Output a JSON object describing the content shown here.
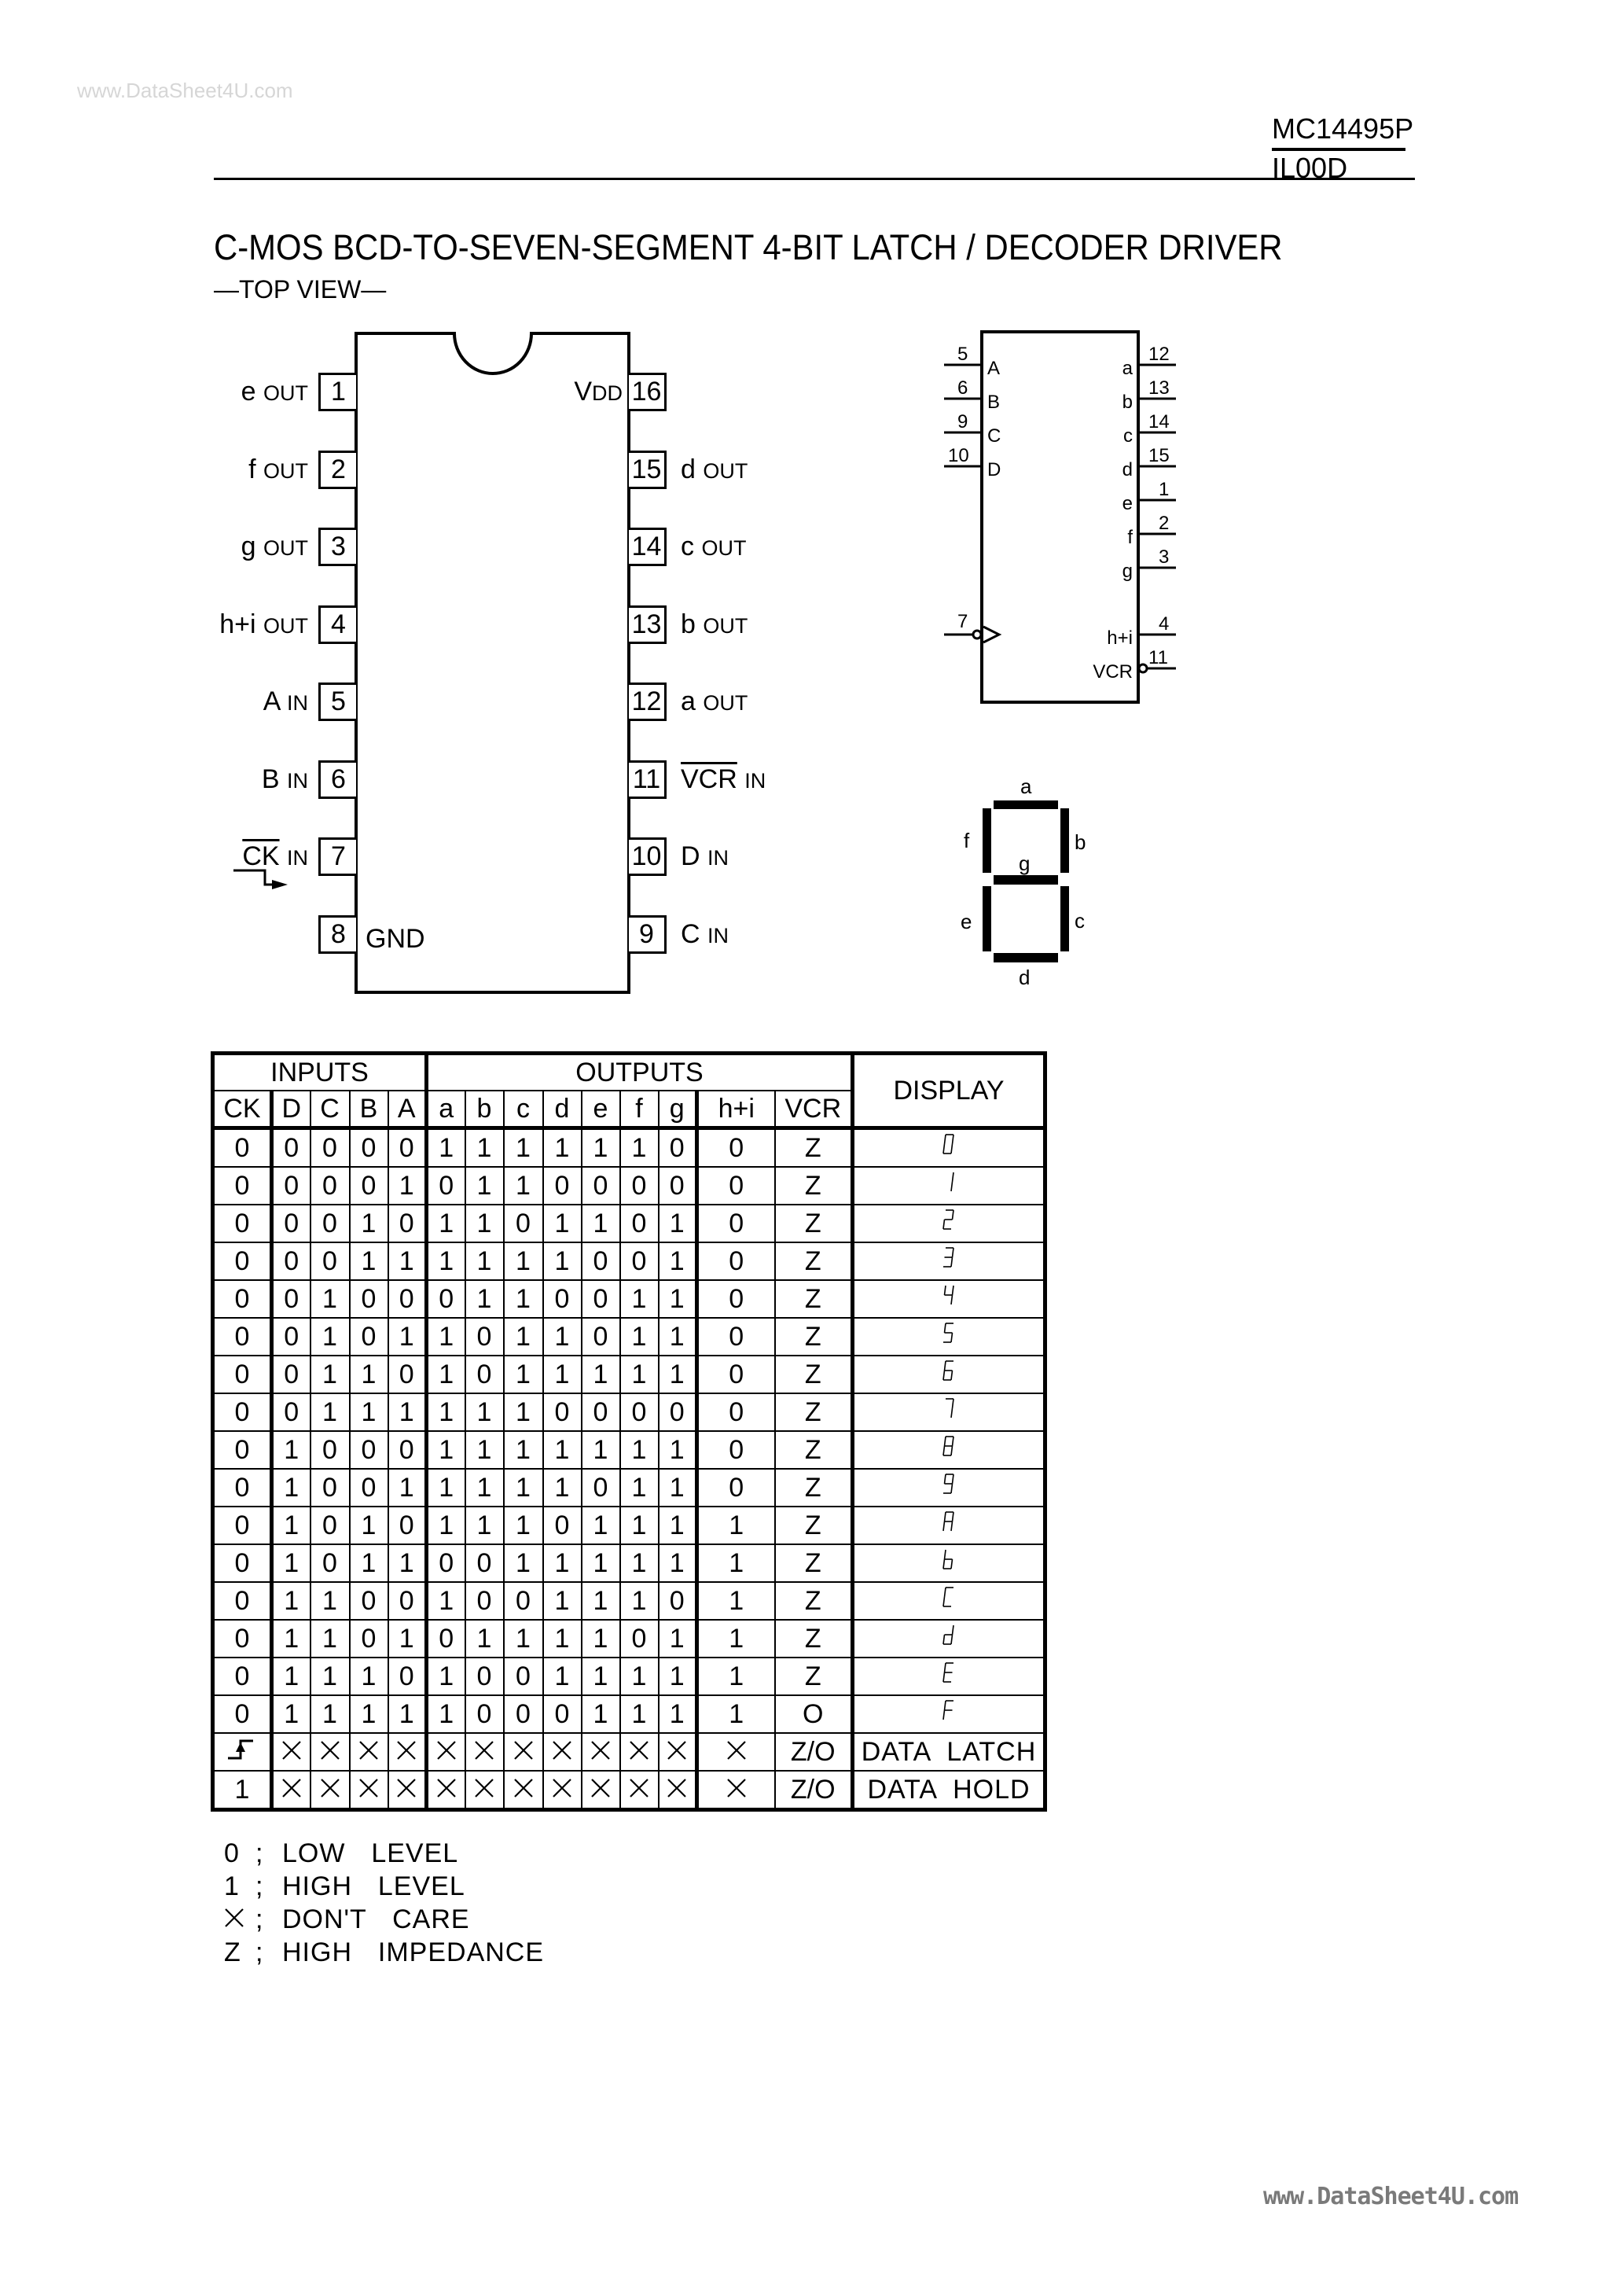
{
  "watermarks": {
    "top": "www.DataSheet4U.com",
    "bottom": "www.DataSheet4U.com"
  },
  "header": {
    "part_number": "MC14495P",
    "code": "IL00D"
  },
  "title": "C-MOS BCD-TO-SEVEN-SEGMENT 4-BIT LATCH / DECODER DRIVER",
  "subtitle": "—TOP VIEW—",
  "package": {
    "left_pins": [
      {
        "num": "1",
        "name": "e",
        "suffix": "OUT",
        "overline": false
      },
      {
        "num": "2",
        "name": "f",
        "suffix": "OUT",
        "overline": false
      },
      {
        "num": "3",
        "name": "g",
        "suffix": "OUT",
        "overline": false
      },
      {
        "num": "4",
        "name": "h+i",
        "suffix": "OUT",
        "overline": false
      },
      {
        "num": "5",
        "name": "A",
        "suffix": "IN",
        "overline": false
      },
      {
        "num": "6",
        "name": "B",
        "suffix": "IN",
        "overline": false
      },
      {
        "num": "7",
        "name": "CK",
        "suffix": "IN",
        "overline": true
      },
      {
        "num": "8",
        "name": "GND",
        "suffix": "",
        "overline": false
      }
    ],
    "right_pins": [
      {
        "num": "16",
        "name": "V",
        "suffix": "DD",
        "overline": false
      },
      {
        "num": "15",
        "name": "d",
        "suffix": "OUT",
        "overline": false
      },
      {
        "num": "14",
        "name": "c",
        "suffix": "OUT",
        "overline": false
      },
      {
        "num": "13",
        "name": "b",
        "suffix": "OUT",
        "overline": false
      },
      {
        "num": "12",
        "name": "a",
        "suffix": "OUT",
        "overline": false
      },
      {
        "num": "11",
        "name": "VCR",
        "suffix": "IN",
        "overline": true
      },
      {
        "num": "10",
        "name": "D",
        "suffix": "IN",
        "overline": false
      },
      {
        "num": "9",
        "name": "C",
        "suffix": "IN",
        "overline": false
      }
    ]
  },
  "logic_symbol": {
    "inputs": [
      {
        "pin": "5",
        "label": "A"
      },
      {
        "pin": "6",
        "label": "B"
      },
      {
        "pin": "9",
        "label": "C"
      },
      {
        "pin": "10",
        "label": "D"
      }
    ],
    "clock": {
      "pin": "7"
    },
    "outputs": [
      {
        "pin": "12",
        "label": "a"
      },
      {
        "pin": "13",
        "label": "b"
      },
      {
        "pin": "14",
        "label": "c"
      },
      {
        "pin": "15",
        "label": "d"
      },
      {
        "pin": "1",
        "label": "e"
      },
      {
        "pin": "2",
        "label": "f"
      },
      {
        "pin": "3",
        "label": "g"
      },
      {
        "pin": "4",
        "label": "h+i"
      },
      {
        "pin": "11",
        "label": "VCR"
      }
    ]
  },
  "segment_diagram": {
    "labels": {
      "a": "a",
      "b": "b",
      "c": "c",
      "d": "d",
      "e": "e",
      "f": "f",
      "g": "g"
    }
  },
  "truth_table": {
    "group_headers": {
      "inputs": "INPUTS",
      "outputs": "OUTPUTS",
      "display": "DISPLAY"
    },
    "columns": [
      "CK",
      "D",
      "C",
      "B",
      "A",
      "a",
      "b",
      "c",
      "d",
      "e",
      "f",
      "g",
      "h+i",
      "VCR"
    ],
    "rows": [
      {
        "cells": [
          "0",
          "0",
          "0",
          "0",
          "0",
          "1",
          "1",
          "1",
          "1",
          "1",
          "1",
          "0",
          "0",
          "Z"
        ],
        "display": "0"
      },
      {
        "cells": [
          "0",
          "0",
          "0",
          "0",
          "1",
          "0",
          "1",
          "1",
          "0",
          "0",
          "0",
          "0",
          "0",
          "Z"
        ],
        "display": "1"
      },
      {
        "cells": [
          "0",
          "0",
          "0",
          "1",
          "0",
          "1",
          "1",
          "0",
          "1",
          "1",
          "0",
          "1",
          "0",
          "Z"
        ],
        "display": "2"
      },
      {
        "cells": [
          "0",
          "0",
          "0",
          "1",
          "1",
          "1",
          "1",
          "1",
          "1",
          "0",
          "0",
          "1",
          "0",
          "Z"
        ],
        "display": "3"
      },
      {
        "cells": [
          "0",
          "0",
          "1",
          "0",
          "0",
          "0",
          "1",
          "1",
          "0",
          "0",
          "1",
          "1",
          "0",
          "Z"
        ],
        "display": "4"
      },
      {
        "cells": [
          "0",
          "0",
          "1",
          "0",
          "1",
          "1",
          "0",
          "1",
          "1",
          "0",
          "1",
          "1",
          "0",
          "Z"
        ],
        "display": "5"
      },
      {
        "cells": [
          "0",
          "0",
          "1",
          "1",
          "0",
          "1",
          "0",
          "1",
          "1",
          "1",
          "1",
          "1",
          "0",
          "Z"
        ],
        "display": "6"
      },
      {
        "cells": [
          "0",
          "0",
          "1",
          "1",
          "1",
          "1",
          "1",
          "1",
          "0",
          "0",
          "0",
          "0",
          "0",
          "Z"
        ],
        "display": "7"
      },
      {
        "cells": [
          "0",
          "1",
          "0",
          "0",
          "0",
          "1",
          "1",
          "1",
          "1",
          "1",
          "1",
          "1",
          "0",
          "Z"
        ],
        "display": "8"
      },
      {
        "cells": [
          "0",
          "1",
          "0",
          "0",
          "1",
          "1",
          "1",
          "1",
          "1",
          "0",
          "1",
          "1",
          "0",
          "Z"
        ],
        "display": "9"
      },
      {
        "cells": [
          "0",
          "1",
          "0",
          "1",
          "0",
          "1",
          "1",
          "1",
          "0",
          "1",
          "1",
          "1",
          "1",
          "Z"
        ],
        "display": "A"
      },
      {
        "cells": [
          "0",
          "1",
          "0",
          "1",
          "1",
          "0",
          "0",
          "1",
          "1",
          "1",
          "1",
          "1",
          "1",
          "Z"
        ],
        "display": "b"
      },
      {
        "cells": [
          "0",
          "1",
          "1",
          "0",
          "0",
          "1",
          "0",
          "0",
          "1",
          "1",
          "1",
          "0",
          "1",
          "Z"
        ],
        "display": "C"
      },
      {
        "cells": [
          "0",
          "1",
          "1",
          "0",
          "1",
          "0",
          "1",
          "1",
          "1",
          "1",
          "0",
          "1",
          "1",
          "Z"
        ],
        "display": "d"
      },
      {
        "cells": [
          "0",
          "1",
          "1",
          "1",
          "0",
          "1",
          "0",
          "0",
          "1",
          "1",
          "1",
          "1",
          "1",
          "Z"
        ],
        "display": "E"
      },
      {
        "cells": [
          "0",
          "1",
          "1",
          "1",
          "1",
          "1",
          "0",
          "0",
          "0",
          "1",
          "1",
          "1",
          "1",
          "O"
        ],
        "display": "F"
      },
      {
        "cells": [
          "rising-edge",
          "X",
          "X",
          "X",
          "X",
          "X",
          "X",
          "X",
          "X",
          "X",
          "X",
          "X",
          "X",
          "Z/O"
        ],
        "display": "DATA  LATCH",
        "display_is_text": true
      },
      {
        "cells": [
          "1",
          "X",
          "X",
          "X",
          "X",
          "X",
          "X",
          "X",
          "X",
          "X",
          "X",
          "X",
          "X",
          "Z/O"
        ],
        "display": "DATA  HOLD",
        "display_is_text": true
      }
    ]
  },
  "legend": [
    {
      "key": "0",
      "sep": ";",
      "text": "LOW  LEVEL"
    },
    {
      "key": "1",
      "sep": ";",
      "text": "HIGH  LEVEL"
    },
    {
      "key": "X",
      "sep": ";",
      "text": "DON'T  CARE"
    },
    {
      "key": "Z",
      "sep": ";",
      "text": "HIGH  IMPEDANCE"
    }
  ]
}
